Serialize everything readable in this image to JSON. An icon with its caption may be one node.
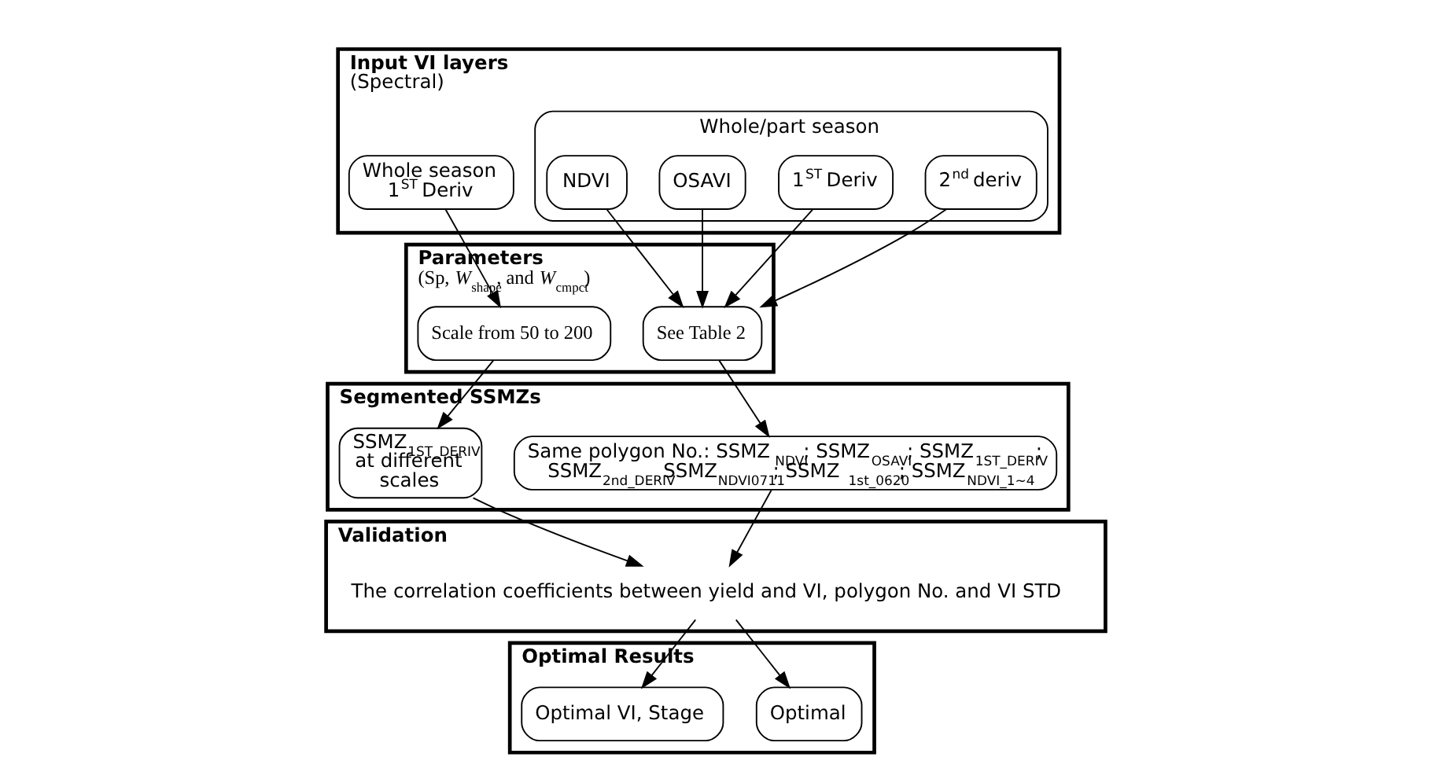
{
  "diagram": {
    "nodes": [
      {
        "text": [
          "Input VI layers",
          "(Spectral)"
        ]
      },
      {
        "text": [
          "Whole/part season"
        ],
        "in": 0
      },
      {
        "text": [
          "NDVI"
        ],
        "in": 1
      },
      {
        "text": [
          "OSAVI"
        ],
        "in": 1
      },
      {
        "text": [
          "1$^{ST}$ Deriv"
        ],
        "in": 1
      },
      {
        "text": [
          "2$^{nd}$ deriv"
        ],
        "in": 1
      },
      {
        "text": [
          "Whole season 1$^{ST}$ Deriv"
        ],
        "in": 0
      },
      {
        "text": [
          "Parameters",
          "(Sp, *W*$_{shape}$, and *W*$_{cmpct}$)"
        ]
      },
      {
        "text": [
          "See Table 2"
        ],
        "in": 7
      },
      {
        "text": [
          "Scale from 50 to 200"
        ],
        "in": 7
      },
      {
        "text": [
          "Segmented SSMZs"
        ]
      },
      {
        "text": [
          "Same polygon No.: SSMZ$_{NDVI}$; SSMZ$_{OSAVI}$; SSMZ$_{1ST_DERIV}$; SSMZ$_{2nd_DERIV}$SSMZ$_{NDVI0711}$; SSMZ $_{1st_0620}$; SSMZ$_{NDVI_1~4}$"
        ],
        "in": 10
      },
      {
        "text": [
          "SSMZ$_{1ST_DERIV}$ at different scales"
        ],
        "in": 10
      },
      {
        "text": [
          "Validation"
        ]
      },
      {
        "text": [
          "The correlation coefficients between yield and VI, polygon No. and VI STD"
        ],
        "in": 13
      },
      {
        "text": [
          "Optimal Results"
        ]
      },
      {
        "text": [
          "Optimal VI, Stage"
        ],
        "in": 15
      },
      {
        "text": [
          "Optimal"
        ],
        "in": 15
      }
    ],
    "edges": [
      {
        "from": 2,
        "to": 8,
        "arrow": "to"
      },
      {
        "from": 3,
        "to": 8,
        "arrow": "to"
      },
      {
        "from": 4,
        "to": 8,
        "arrow": "to"
      },
      {
        "from": 5,
        "to": 8,
        "arrow": "to"
      },
      {
        "from": 6,
        "to": 9,
        "arrow": "to"
      },
      {
        "from": 8,
        "to": 11,
        "arrow": "to"
      },
      {
        "from": 9,
        "to": 12,
        "arrow": "to"
      },
      {
        "from": 11,
        "to": 14,
        "arrow": "to"
      },
      {
        "from": 12,
        "to": 14,
        "arrow": "to"
      },
      {
        "from": 14,
        "to": 16,
        "arrow": "to"
      },
      {
        "from": 14,
        "to": 17,
        "arrow": "to"
      }
    ]
  }
}
